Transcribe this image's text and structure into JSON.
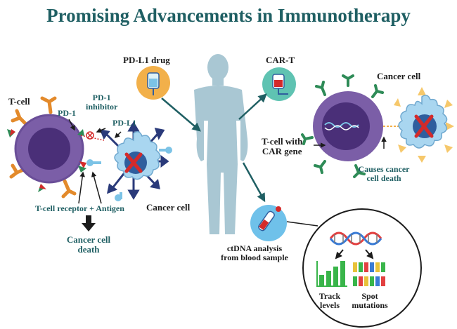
{
  "title": "Promising Advancements in Immunotherapy",
  "labels": {
    "t_cell": "T-cell",
    "pd1": "PD-1",
    "pd1_inhibitor": "PD-1\ninhibitor",
    "pdl1": "PD-L1",
    "pdl1_drug": "PD-L1 drug",
    "car_t": "CAR-T",
    "cancer_cell_left": "Cancer cell",
    "cancer_cell_right": "Cancer cell",
    "tcr_antigen": "T-cell receptor + Antigen",
    "cancer_cell_death": "Cancer cell\ndeath",
    "t_cell_car_gene": "T-cell with\nCAR gene",
    "causes_death": "Causes cancer\ncell death",
    "ctdna": "ctDNA analysis\nfrom blood sample",
    "track_levels": "Track\nlevels",
    "spot_mutations": "Spot\nmutations"
  },
  "colors": {
    "title": "#1f5f63",
    "teal_arrow": "#1f5f63",
    "tcell_outer": "#7b5ea7",
    "tcell_inner": "#4a2f78",
    "cancer_fill": "#a9d6f0",
    "cancer_nucleus": "#2f5e9e",
    "mark_red": "#d42a2a",
    "body": "#a9c7d3",
    "icon_orange": "#f2b04a",
    "icon_teal": "#5fc3b2",
    "icon_blue": "#6fc1ea",
    "spike_navy": "#2a3a7a",
    "receptor_orange": "#e38a2b",
    "receptor_green": "#2e8b57",
    "bar_green": "#39b54a",
    "dna_red": "#e24040",
    "dna_blue": "#3a7bd5"
  }
}
